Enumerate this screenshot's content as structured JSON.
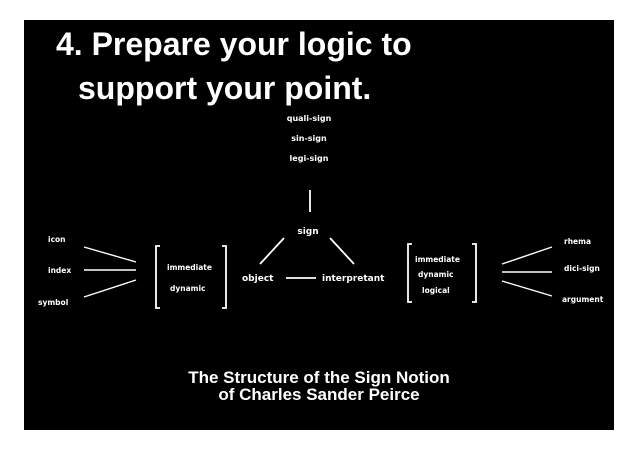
{
  "slide": {
    "title_line1": "4. Prepare your logic to",
    "title_line2": "support your point.",
    "caption_line1": "The Structure of the  Sign Notion",
    "caption_line2": "of Charles Sander Peirce"
  },
  "diagram": {
    "top_labels": [
      "quali-sign",
      "sin-sign",
      "legi-sign"
    ],
    "sign": "sign",
    "object": "object",
    "interpretant": "interpretant",
    "left_outer": [
      "icon",
      "index",
      "symbol"
    ],
    "left_bracket": [
      "immediate",
      "dynamic"
    ],
    "right_bracket": [
      "immediate",
      "dynamic",
      "logical"
    ],
    "right_outer": [
      "rhema",
      "dici-sign",
      "argument"
    ]
  },
  "colors": {
    "background": "#000000",
    "foreground": "#ffffff",
    "page": "#ffffff"
  }
}
